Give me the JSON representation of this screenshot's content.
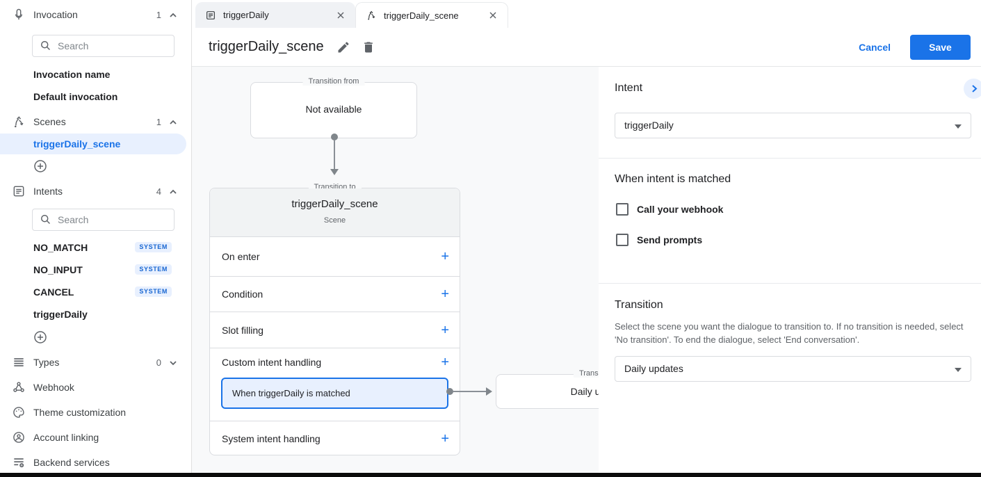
{
  "colors": {
    "accent": "#1a73e8",
    "selected_bg": "#e8f0fe",
    "badge_text": "#1967d2",
    "save_button_bg": "#1a73e8",
    "canvas_bg": "#f8f9fa",
    "card_header_bg": "#f1f3f4"
  },
  "sidebar": {
    "search_placeholder": "Search",
    "sections": {
      "invocation": {
        "label": "Invocation",
        "count": "1"
      },
      "scenes": {
        "label": "Scenes",
        "count": "1"
      },
      "intents": {
        "label": "Intents",
        "count": "4"
      },
      "types": {
        "label": "Types",
        "count": "0"
      }
    },
    "invocation_items": [
      {
        "label": "Invocation name"
      },
      {
        "label": "Default invocation"
      }
    ],
    "scene_items": [
      {
        "label": "triggerDaily_scene",
        "selected": true
      }
    ],
    "intent_items": [
      {
        "label": "NO_MATCH",
        "badge": "SYSTEM"
      },
      {
        "label": "NO_INPUT",
        "badge": "SYSTEM"
      },
      {
        "label": "CANCEL",
        "badge": "SYSTEM"
      },
      {
        "label": "triggerDaily"
      }
    ],
    "links": [
      {
        "label": "Webhook"
      },
      {
        "label": "Theme customization"
      },
      {
        "label": "Account linking"
      },
      {
        "label": "Backend services"
      }
    ]
  },
  "tabs": [
    {
      "label": "triggerDaily",
      "active": false
    },
    {
      "label": "triggerDaily_scene",
      "active": true
    }
  ],
  "header": {
    "title": "triggerDaily_scene",
    "cancel": "Cancel",
    "save": "Save"
  },
  "canvas": {
    "transition_from": {
      "legend": "Transition from",
      "content": "Not available"
    },
    "scene_card": {
      "legend": "Transition to",
      "title": "triggerDaily_scene",
      "subtitle": "Scene",
      "add_label": "+",
      "rows": [
        {
          "label": "On enter"
        },
        {
          "label": "Condition"
        },
        {
          "label": "Slot filling"
        },
        {
          "label": "Custom intent handling"
        },
        {
          "label": "System intent handling"
        }
      ],
      "selected_handler": "When triggerDaily is matched"
    },
    "destination": {
      "legend": "Transition to",
      "title": "Daily updates"
    }
  },
  "panel": {
    "intent": {
      "heading": "Intent",
      "value": "triggerDaily"
    },
    "matched": {
      "heading": "When intent is matched",
      "checkboxes": [
        {
          "label": "Call your webhook",
          "checked": false
        },
        {
          "label": "Send prompts",
          "checked": false
        }
      ]
    },
    "transition": {
      "heading": "Transition",
      "description": "Select the scene you want the dialogue to transition to. If no transition is needed, select 'No transition'. To end the dialogue, select 'End conversation'.",
      "value": "Daily updates"
    }
  }
}
